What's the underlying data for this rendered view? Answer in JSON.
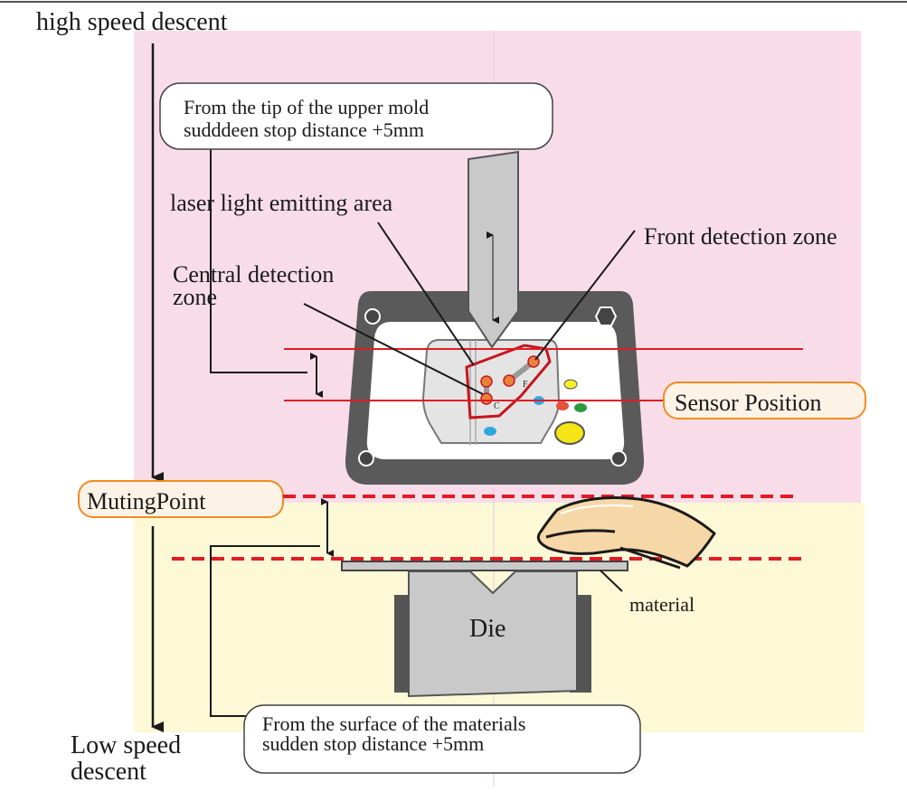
{
  "speeds": {
    "high": "high speed descent",
    "low_line1": "Low speed",
    "low_line2": "descent"
  },
  "callouts": {
    "upper_mold_line1": "From the tip of the upper mold",
    "upper_mold_line2": "sudddeen stop distance +5mm",
    "material_line1": "From the surface of the materials",
    "material_line2": "sudden stop distance +5mm"
  },
  "labels": {
    "laser_area": "laser light emitting area",
    "front_zone": "Front detection zone",
    "central_zone_line1": "Central detection",
    "central_zone_line2": "zone",
    "sensor_position": "Sensor Position",
    "muting_point": "MutingPoint",
    "material": "material",
    "die": "Die",
    "zone_c": "C",
    "zone_f": "F"
  },
  "colors": {
    "high_speed_zone": "#f8dde9",
    "low_speed_zone": "#fdf8d6",
    "laser_line": "#e21b24",
    "label_border": "#f08c1e",
    "tool_gray": "#c9c9c9",
    "panel_dark": "#555555",
    "hand_fill": "#f6d8a8"
  }
}
